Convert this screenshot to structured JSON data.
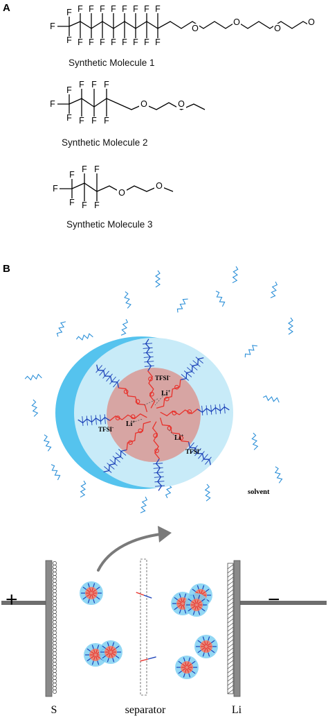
{
  "panel_a": {
    "letter": "A",
    "molecules": [
      {
        "caption": "Synthetic Molecule 1"
      },
      {
        "caption": "Synthetic Molecule 2"
      },
      {
        "caption": "Synthetic Molecule 3"
      }
    ],
    "atoms": {
      "fluorine": "F",
      "oxygen": "O"
    }
  },
  "panel_b": {
    "letter": "B",
    "labels": {
      "li": "Li",
      "li_charge": "+",
      "tfsi": "TFSI",
      "tfsi_charge": "-",
      "solvent": "solvent"
    },
    "cell": {
      "plus": "+",
      "minus": "−",
      "cathode": "S",
      "separator": "separator",
      "anode": "Li"
    },
    "colors": {
      "shell": "#c8ebf8",
      "crescent": "#55c3ee",
      "core": "#d7a5a3",
      "ether_chain": "#e8302a",
      "fluoro_chain": "#1a40b8",
      "solvent": "#2b8fd8",
      "electrode": "#8a8a8a"
    }
  }
}
